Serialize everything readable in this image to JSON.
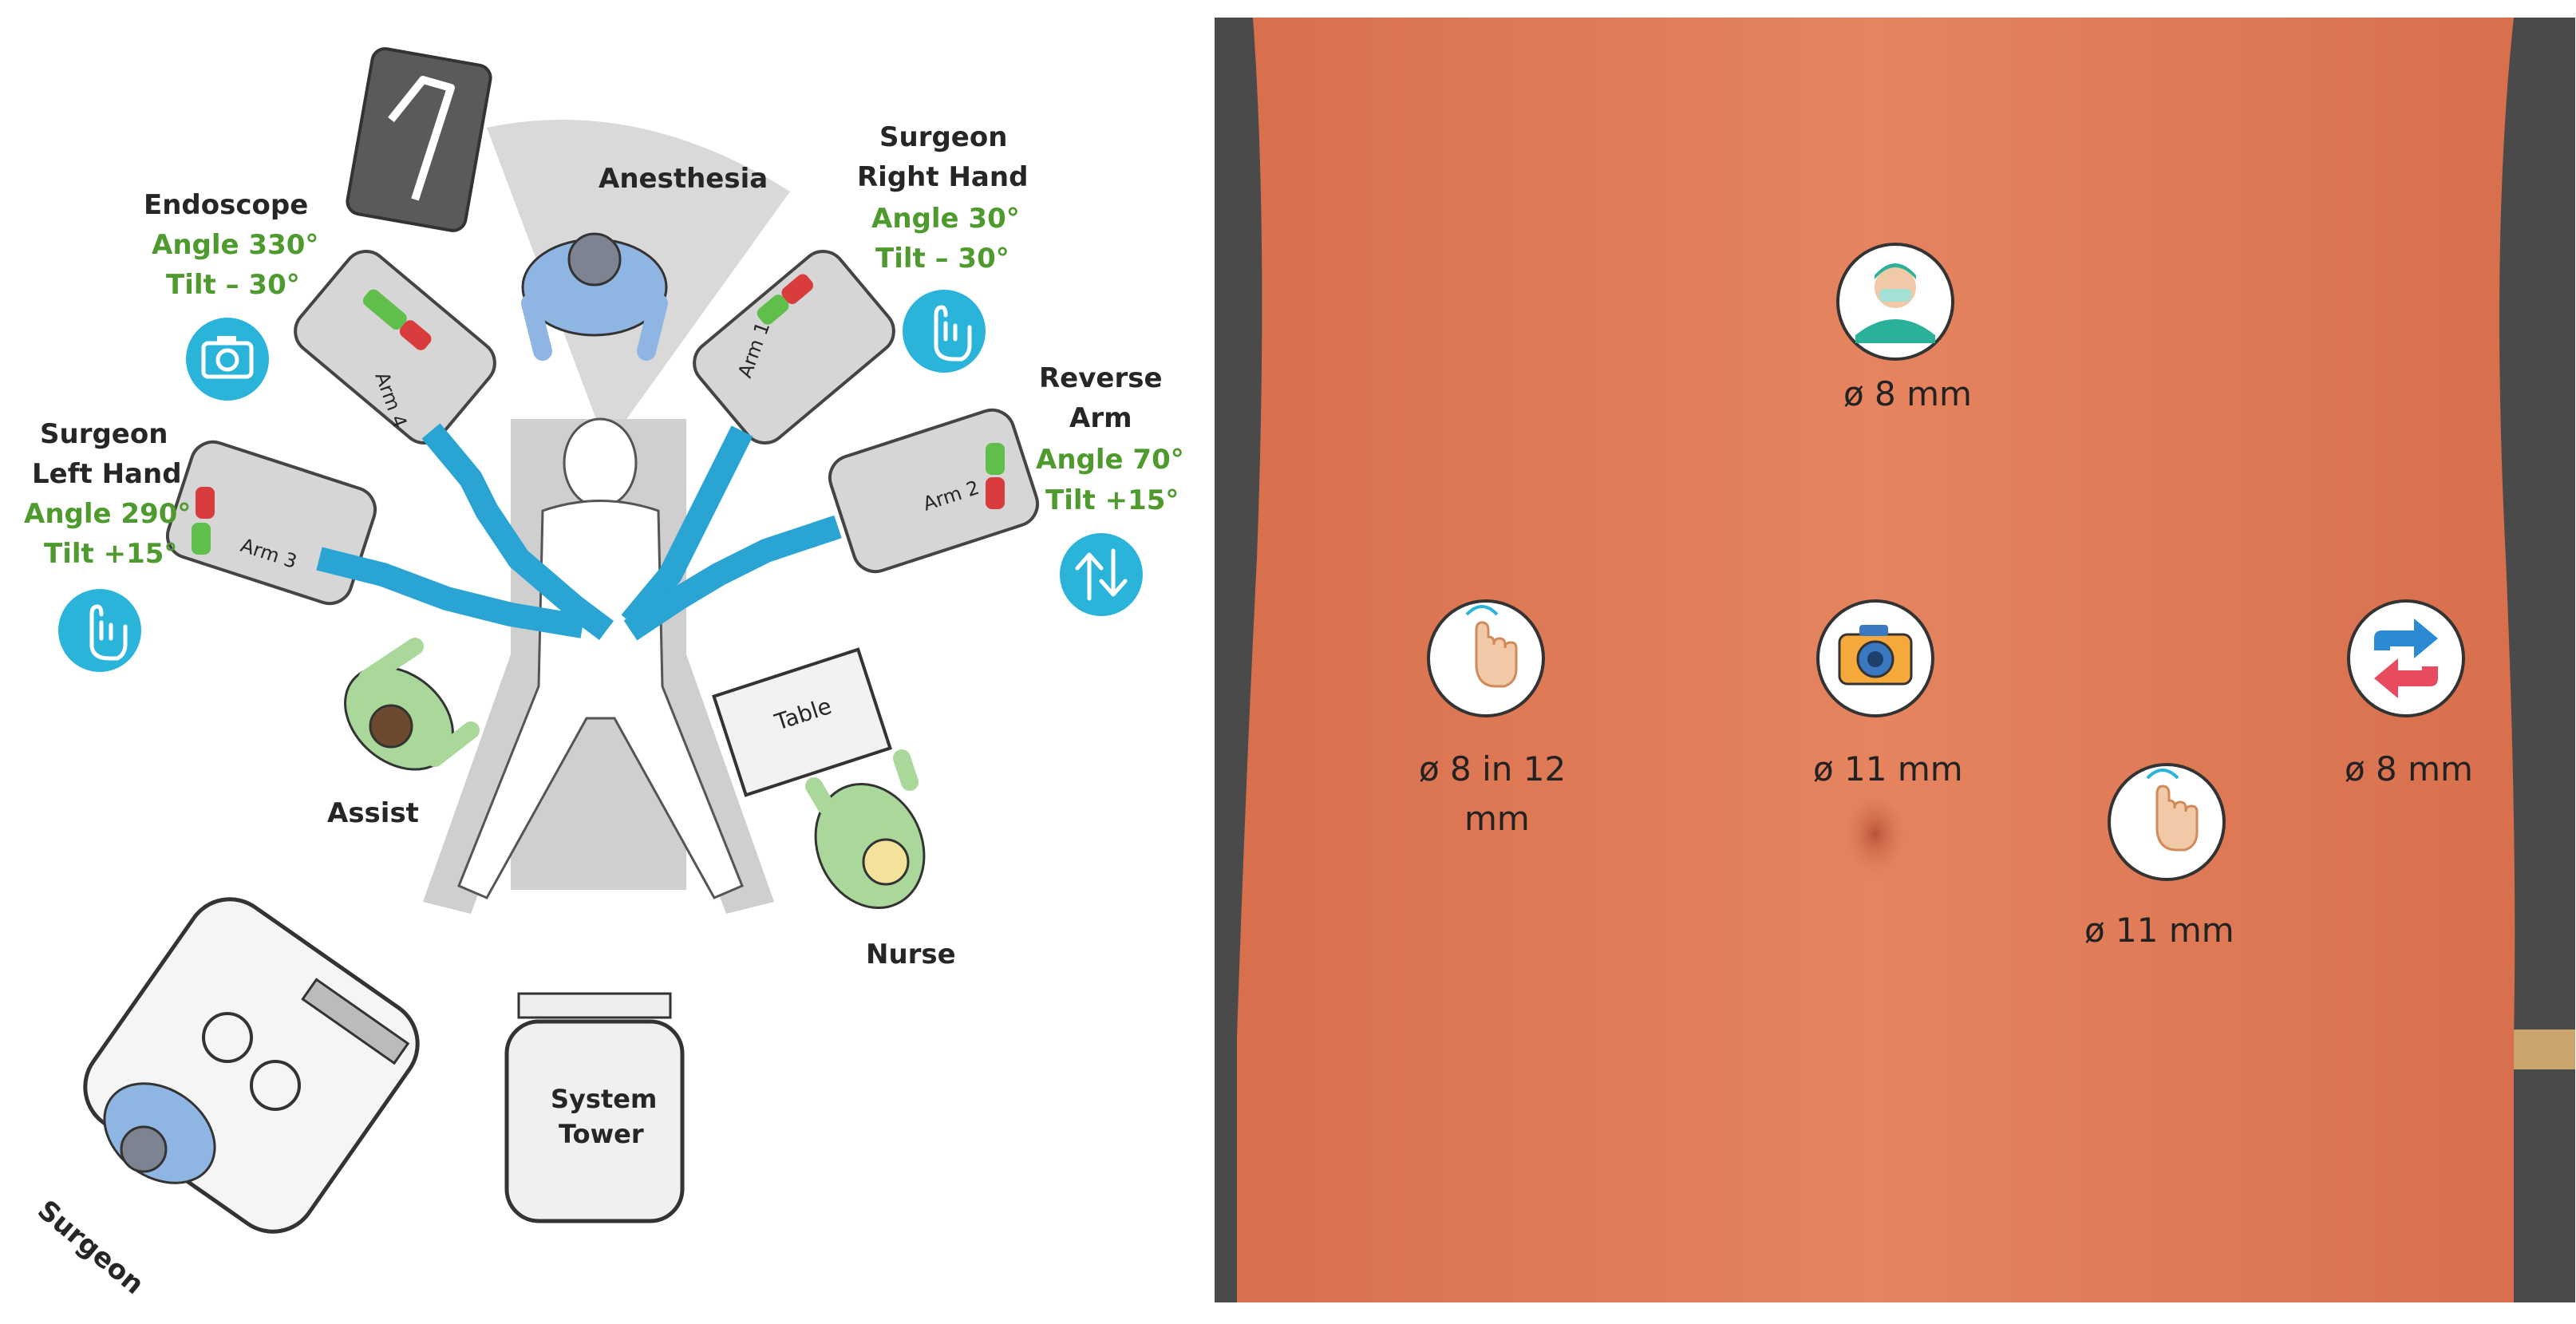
{
  "colors": {
    "accent_cyan": "#2bb4d9",
    "label_green": "#4e9a2e",
    "skin": "#e47a55",
    "arm_blue": "#2aa4d3",
    "status_red": "#d83c3c",
    "status_green": "#5fbf4a"
  },
  "left_panel": {
    "anesthesia": "Anesthesia",
    "endoscope": {
      "title": "Endoscope",
      "angle": "Angle 330°",
      "tilt": "Tilt – 30°",
      "icon": "camera-icon"
    },
    "surgeon_right": {
      "title_line1": "Surgeon",
      "title_line2": "Right Hand",
      "angle": "Angle 30°",
      "tilt": "Tilt – 30°",
      "icon": "hand-pointer-icon"
    },
    "reverse_arm": {
      "title_line1": "Reverse",
      "title_line2": "Arm",
      "angle": "Angle 70°",
      "tilt": "Tilt +15°",
      "icon": "swap-vertical-icon"
    },
    "surgeon_left": {
      "title_line1": "Surgeon",
      "title_line2": "Left Hand",
      "angle": "Angle 290°",
      "tilt": "Tilt +15°",
      "icon": "hand-pointer-icon"
    },
    "arms": {
      "arm1": "Arm 1",
      "arm2": "Arm 2",
      "arm3": "Arm 3",
      "arm4": "Arm 4"
    },
    "table": "Table",
    "assist": "Assist",
    "nurse": "Nurse",
    "surgeon": "Surgeon",
    "system_tower_line1": "System",
    "system_tower_line2": "Tower"
  },
  "right_panel": {
    "ports": {
      "assistant": {
        "label": "ø 8 mm",
        "icon": "surgeon-mask-icon"
      },
      "left_hand": {
        "label_line1": "ø 8 in 12",
        "label_line2": "mm",
        "icon": "hand-pointer-icon"
      },
      "camera": {
        "label": "ø 11 mm",
        "icon": "camera-icon"
      },
      "right_hand": {
        "label": "ø 11 mm",
        "icon": "hand-pointer-icon"
      },
      "reverse": {
        "label": "ø 8 mm",
        "icon": "swap-arrows-icon"
      }
    }
  }
}
